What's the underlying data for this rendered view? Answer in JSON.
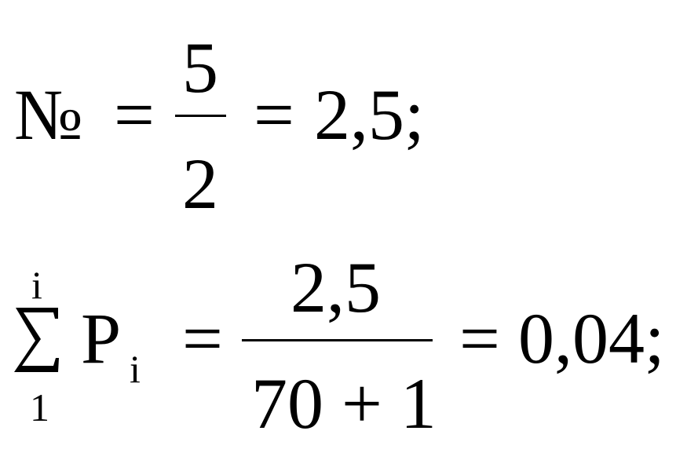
{
  "line1": {
    "lhs": "№",
    "eq1": "=",
    "numerator": "5",
    "denominator": "2",
    "eq2": "=",
    "result": "2,5;"
  },
  "line2": {
    "sum_upper": "i",
    "sum_lower": "1",
    "term": "P",
    "subscript": "i",
    "eq1": "=",
    "numerator": "2,5",
    "denominator": "70 + 1",
    "eq2": "=",
    "result": "0,04;"
  }
}
